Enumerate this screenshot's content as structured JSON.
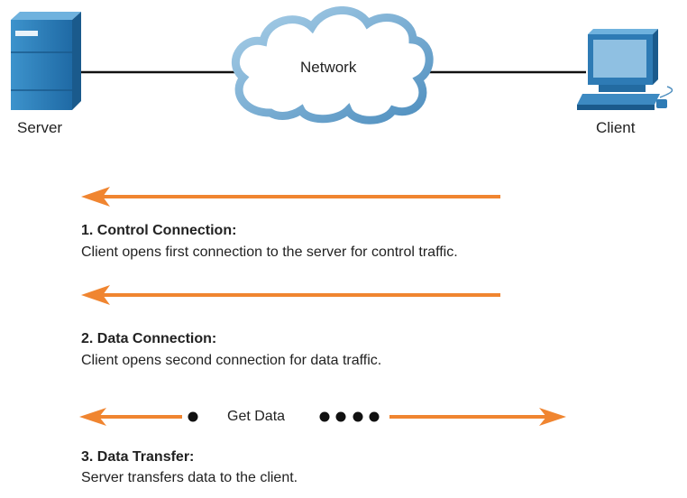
{
  "topology": {
    "server_label": "Server",
    "network_label": "Network",
    "client_label": "Client"
  },
  "steps": [
    {
      "title": "1. Control Connection:",
      "description": "Client opens first connection to the server for control traffic."
    },
    {
      "title": "2. Data Connection:",
      "description": "Client opens second connection for data traffic."
    },
    {
      "title": "3. Data Transfer:",
      "description": "Server transfers data to the client.",
      "arrow_label": "Get Data"
    }
  ],
  "colors": {
    "arrow": "#f08530",
    "device_blue": "#2e7bb5",
    "cloud_outline": "#7fb2d6"
  }
}
